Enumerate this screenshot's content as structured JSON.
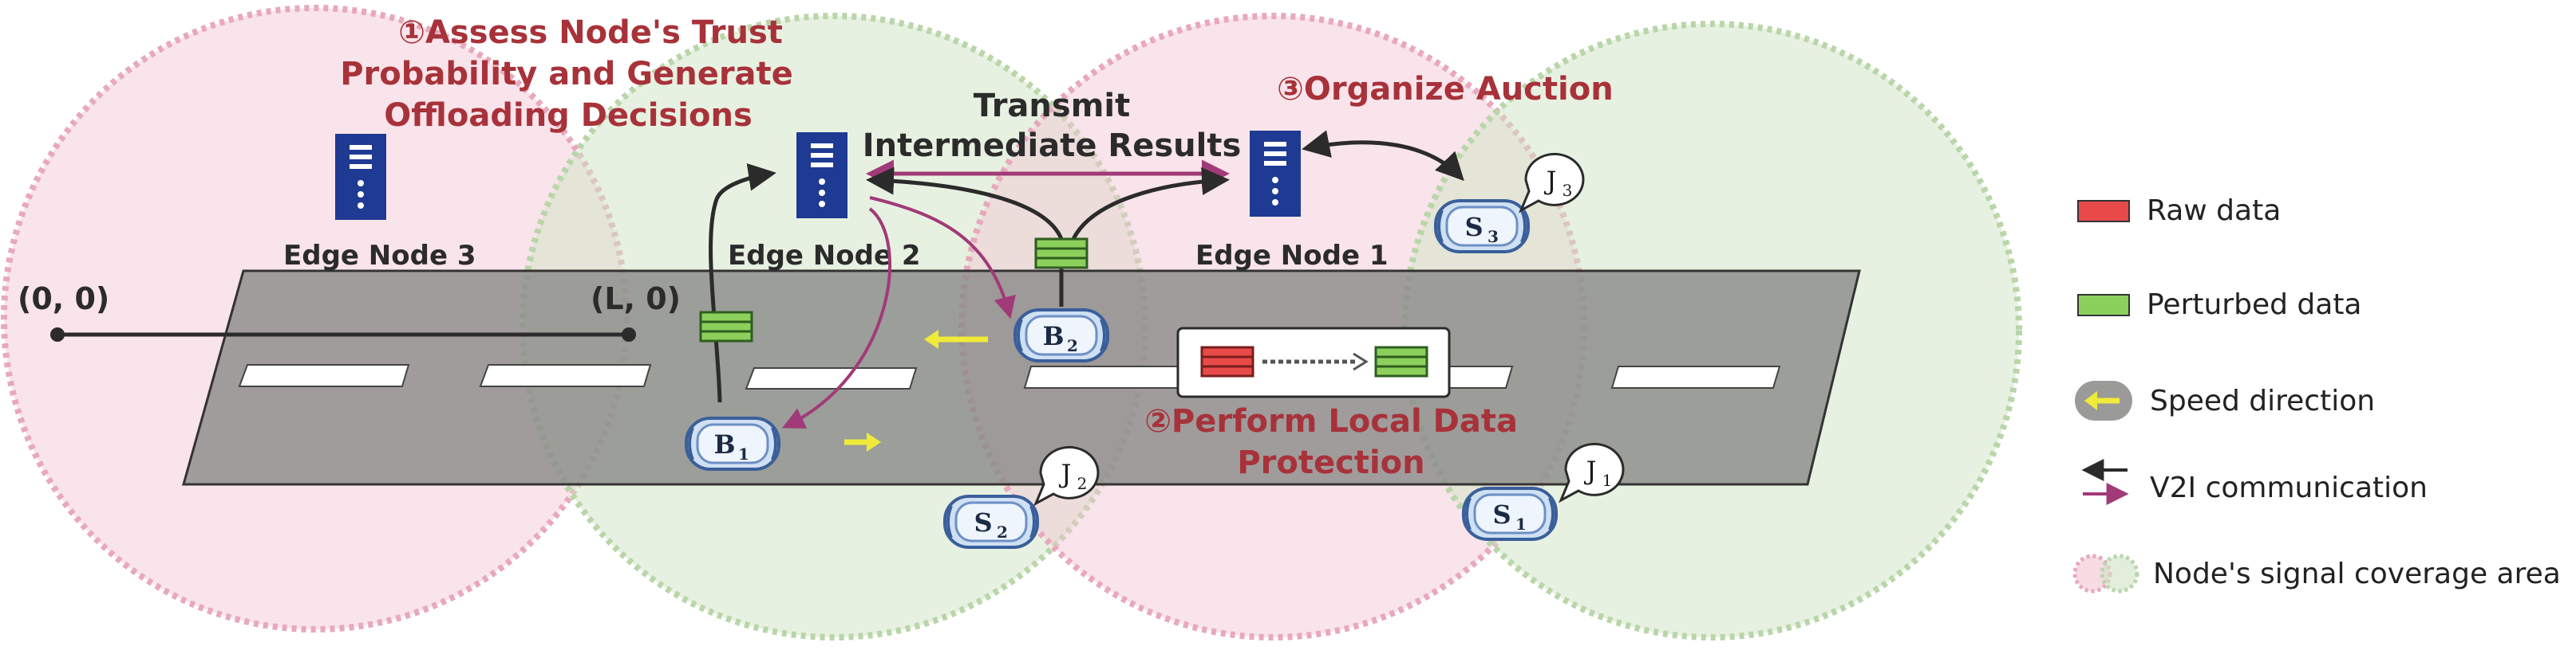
{
  "colors": {
    "pink_zone": "#f2c4d2",
    "green_zone": "#cfe3c4",
    "road": "#8a8a88",
    "raw_data": "#e84a4a",
    "perturbed_data": "#8cd05c",
    "server": "#1f3a93",
    "arrow_dark": "#2b2b2b",
    "arrow_purple": "#a13a78",
    "speed_arrow": "#f0ea3a",
    "step_text": "#a8323a"
  },
  "steps": {
    "step1_line1": "①Assess  Node's Trust",
    "step1_line2": "Probability and Generate",
    "step1_line3": "Offloading Decisions",
    "step2_line1": "②Perform Local Data",
    "step2_line2": "Protection",
    "step3": "③Organize Auction"
  },
  "transmit": {
    "line1": "Transmit",
    "line2": "Intermediate Results"
  },
  "nodes": {
    "node3": "Edge Node 3",
    "node2": "Edge Node 2",
    "node1": "Edge Node 1"
  },
  "coords": {
    "origin": "(0, 0)",
    "end": "(L, 0)"
  },
  "vehicles": {
    "b1_main": "B",
    "b1_sub": "1",
    "b2_main": "B",
    "b2_sub": "2",
    "s1_main": "S",
    "s1_sub": "1",
    "s2_main": "S",
    "s2_sub": "2",
    "s3_main": "S",
    "s3_sub": "3"
  },
  "jammers": {
    "j1_main": "J",
    "j1_sub": "1",
    "j2_main": "J",
    "j2_sub": "2",
    "j3_main": "J",
    "j3_sub": "3"
  },
  "legend": {
    "raw": "Raw data",
    "perturbed": "Perturbed data",
    "speed": "Speed direction",
    "v2i": "V2I communication",
    "coverage": "Node's signal coverage area"
  }
}
